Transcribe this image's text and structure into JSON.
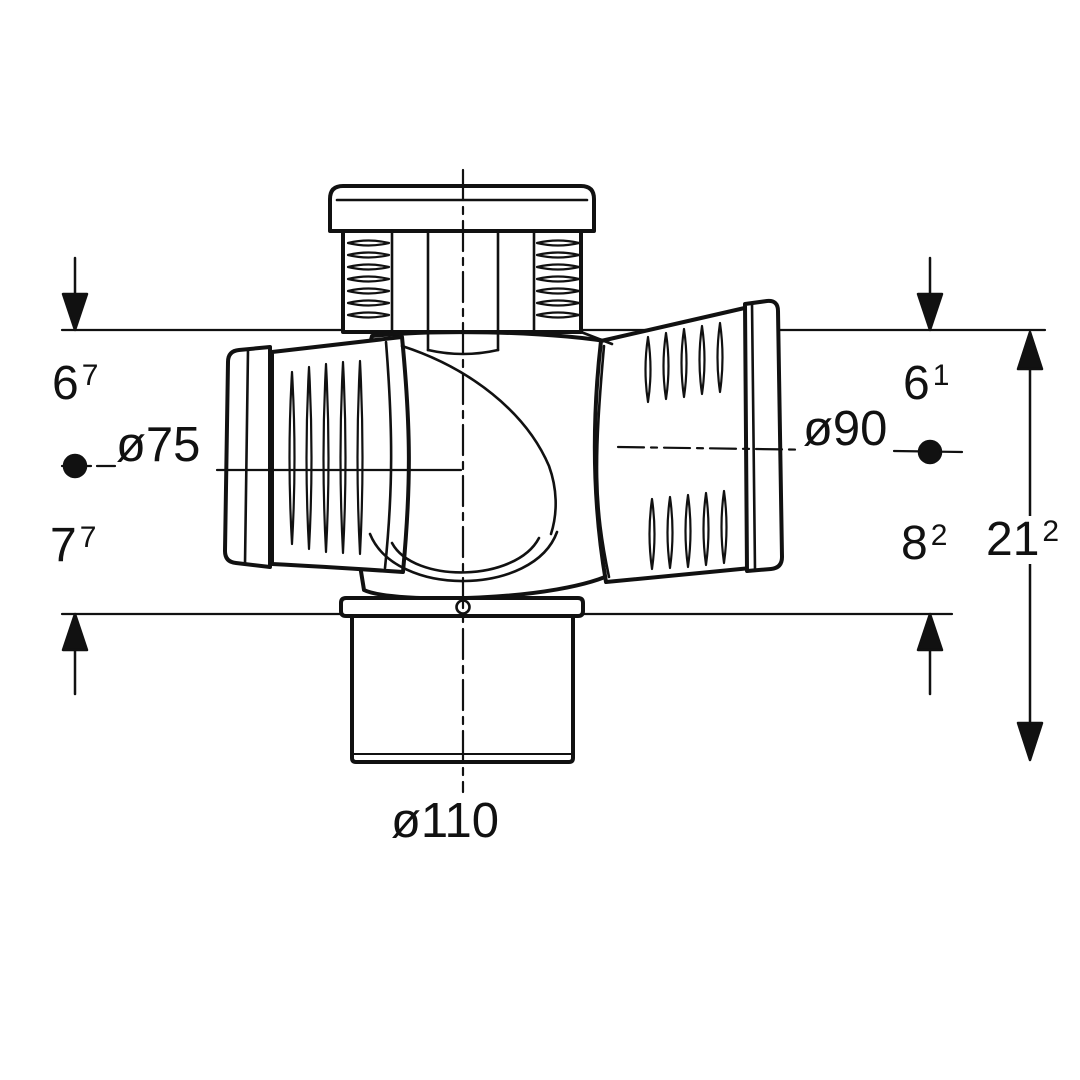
{
  "page": {
    "background": "#ffffff",
    "line_color": "#111111",
    "description": "Technical dimension drawing of a pipe branch fitting (cross branch) with two side sockets, top socket and bottom outlet"
  },
  "labels": {
    "left_top": {
      "value": "6",
      "sup": "7"
    },
    "left_bottom": {
      "value": "7",
      "sup": "7"
    },
    "right_top": {
      "value": "6",
      "sup": "1"
    },
    "right_bottom": {
      "value": "8",
      "sup": "2"
    },
    "total_height": {
      "value": "21",
      "sup": "2"
    },
    "dia_left": "ø75",
    "dia_right": "ø90",
    "dia_bottom": "ø110"
  }
}
